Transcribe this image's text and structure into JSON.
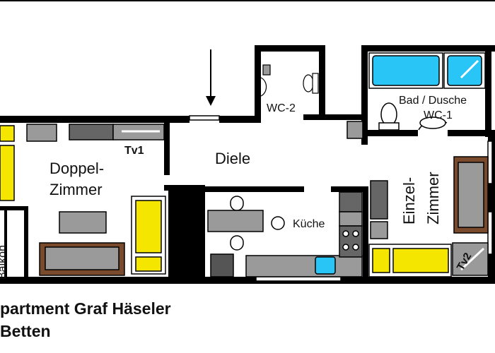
{
  "rooms": {
    "doppel": {
      "line1": "Doppel-",
      "line2": "Zimmer"
    },
    "diele": "Diele",
    "wc2": "WC-2",
    "bad": {
      "line1": "Bad / Dusche",
      "line2": "WC-1"
    },
    "einzel": {
      "line1": "Einzel-",
      "line2": "Zimmer"
    },
    "kueche": "Küche",
    "balkon": "Balkon"
  },
  "tv_labels": {
    "tv1": "Tv1",
    "tv2": "Tv2"
  },
  "footer": {
    "title": "partment Graf Häseler",
    "beds": "Betten"
  },
  "colors": {
    "bed": "#f5e600",
    "sofa": "#7a4a2c",
    "bath": "#29c5f6",
    "wall": "#000000",
    "furniture": "#9a9a9a",
    "dark_furniture": "#555555"
  }
}
